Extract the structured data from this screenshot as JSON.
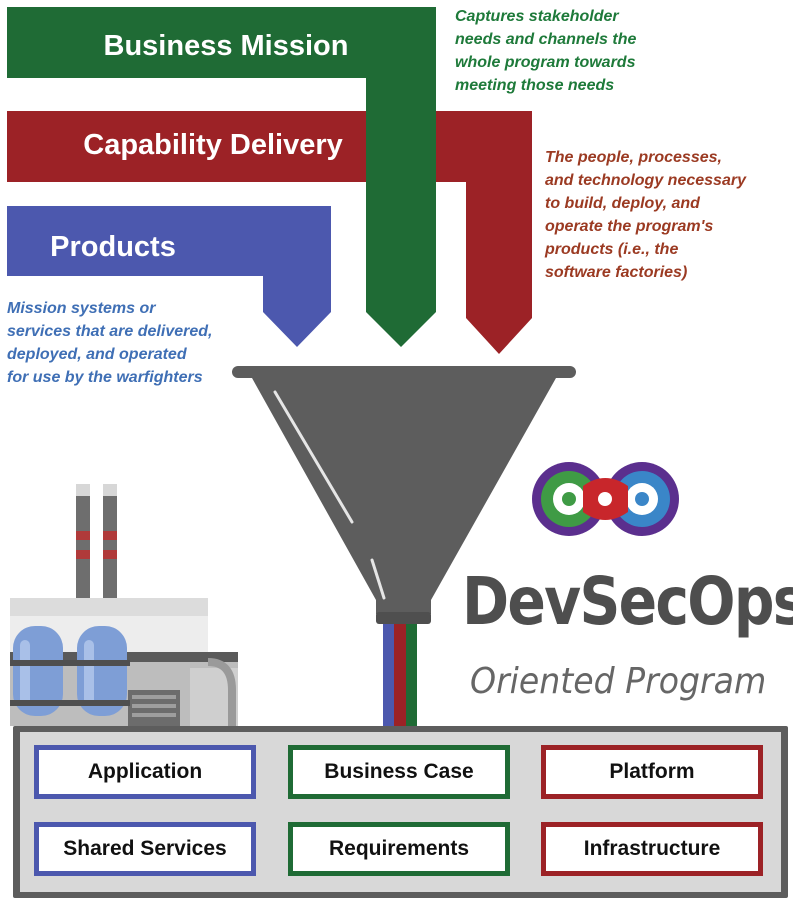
{
  "colors": {
    "business": "#1f6b35",
    "capability": "#9c2226",
    "products": "#4c58ae",
    "funnel": "#5d5d5d",
    "note_green": "#1e7a3a",
    "note_red": "#9b3a22",
    "note_blue": "#3f6fb5"
  },
  "bands": {
    "business": "Business Mission",
    "capability": "Capability Delivery",
    "products": "Products"
  },
  "notes": {
    "business": [
      "Captures stakeholder",
      "needs and channels the",
      "whole program towards",
      "meeting those needs"
    ],
    "capability": [
      "The people, processes,",
      "and technology necessary",
      "to build, deploy, and",
      "operate the program's",
      "products (i.e., the",
      "software factories)"
    ],
    "products": [
      "Mission systems or",
      "services that are delivered,",
      "deployed, and operated",
      "for use by the warfighters"
    ]
  },
  "brand": {
    "title": "DevSecOps",
    "subtitle": "Oriented Program",
    "logo_icon": "devsecops-infinity-logo-icon"
  },
  "icons": {
    "factory": "factory-icon",
    "funnel": "funnel-icon"
  },
  "boxes": [
    {
      "label": "Application",
      "color": "#4c58ae"
    },
    {
      "label": "Business Case",
      "color": "#1f6b35"
    },
    {
      "label": "Platform",
      "color": "#9c2226"
    },
    {
      "label": "Shared Services",
      "color": "#4c58ae"
    },
    {
      "label": "Requirements",
      "color": "#1f6b35"
    },
    {
      "label": "Infrastructure",
      "color": "#9c2226"
    }
  ]
}
